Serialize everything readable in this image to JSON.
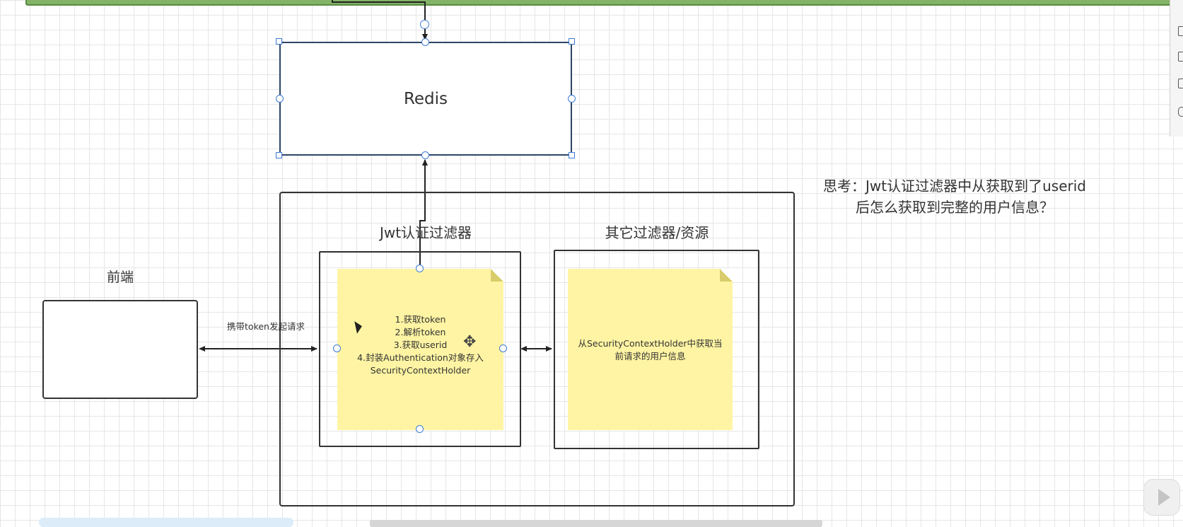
{
  "diagram": {
    "redis": {
      "label": "Redis"
    },
    "outer_container": {
      "jwt_filter": {
        "title": "Jwt认证过滤器",
        "note_lines": [
          "1.获取token",
          "2.解析token",
          "3.获取userid",
          "4.封装Authentication对象存入",
          "SecurityContextHolder"
        ]
      },
      "other_filters": {
        "title": "其它过滤器/资源",
        "note_lines": [
          "从SecurityContextHolder中获取当",
          "前请求的用户信息"
        ]
      }
    },
    "frontend": {
      "label": "前端"
    },
    "request_edge": {
      "label": "携带token发起请求"
    },
    "question": {
      "lines": [
        "思考：Jwt认证过滤器中从获取到了userid",
        "后怎么获取到完整的用户信息？"
      ]
    }
  },
  "colors": {
    "top_bar_fill": "#82b366",
    "note_fill": "#fff4a3",
    "selection_handle": "#3d7bd5",
    "redis_border": "#2d4566"
  },
  "icons": [
    "move-icon",
    "mouse-cursor-icon",
    "play-button-icon"
  ]
}
